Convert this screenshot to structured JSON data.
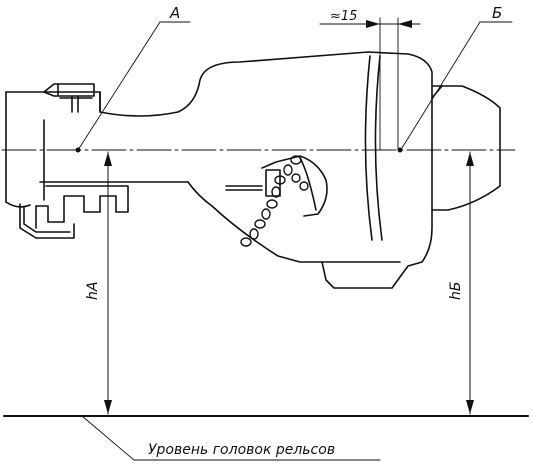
{
  "labels": {
    "point_a": "А",
    "point_b": "Б",
    "dimension": "≈15",
    "height_a": "hА",
    "height_b": "hБ",
    "rail_level": "Уровень головок рельсов"
  },
  "colors": {
    "line": "#111111",
    "background": "#ffffff"
  }
}
